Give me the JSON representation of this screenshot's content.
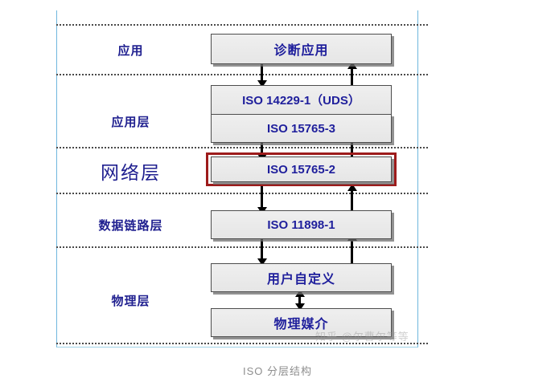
{
  "figure": {
    "caption": "ISO 分层结构",
    "watermark": "知乎 @尔曹尔等等",
    "accent_border_color": "#6fb7de",
    "highlight_color": "#9d1b1b",
    "box_text_color": "#1f1f9c",
    "label_text_color": "#1f1f8f",
    "box_fill_color": "#e9e9e9"
  },
  "layers": [
    {
      "id": "application",
      "label": "应用",
      "emphasis": "normal"
    },
    {
      "id": "application-layer",
      "label": "应用层",
      "emphasis": "normal"
    },
    {
      "id": "network-layer",
      "label": "网络层",
      "emphasis": "large"
    },
    {
      "id": "data-link-layer",
      "label": "数据链路层",
      "emphasis": "normal"
    },
    {
      "id": "physical-layer",
      "label": "物理层",
      "emphasis": "normal"
    }
  ],
  "boxes": [
    {
      "id": "diagnostic-application",
      "label": "诊断应用",
      "script": "cjk",
      "highlighted": false
    },
    {
      "id": "iso-14229-1",
      "label": "ISO 14229-1（UDS）",
      "script": "latin",
      "highlighted": false
    },
    {
      "id": "iso-15765-3",
      "label": "ISO 15765-3",
      "script": "latin",
      "highlighted": false
    },
    {
      "id": "iso-15765-2",
      "label": "ISO 15765-2",
      "script": "latin",
      "highlighted": true
    },
    {
      "id": "iso-11898-1",
      "label": "ISO 11898-1",
      "script": "latin",
      "highlighted": false
    },
    {
      "id": "user-defined",
      "label": "用户自定义",
      "script": "cjk",
      "highlighted": false
    },
    {
      "id": "physical-medium",
      "label": "物理媒介",
      "script": "cjk",
      "highlighted": false
    }
  ]
}
